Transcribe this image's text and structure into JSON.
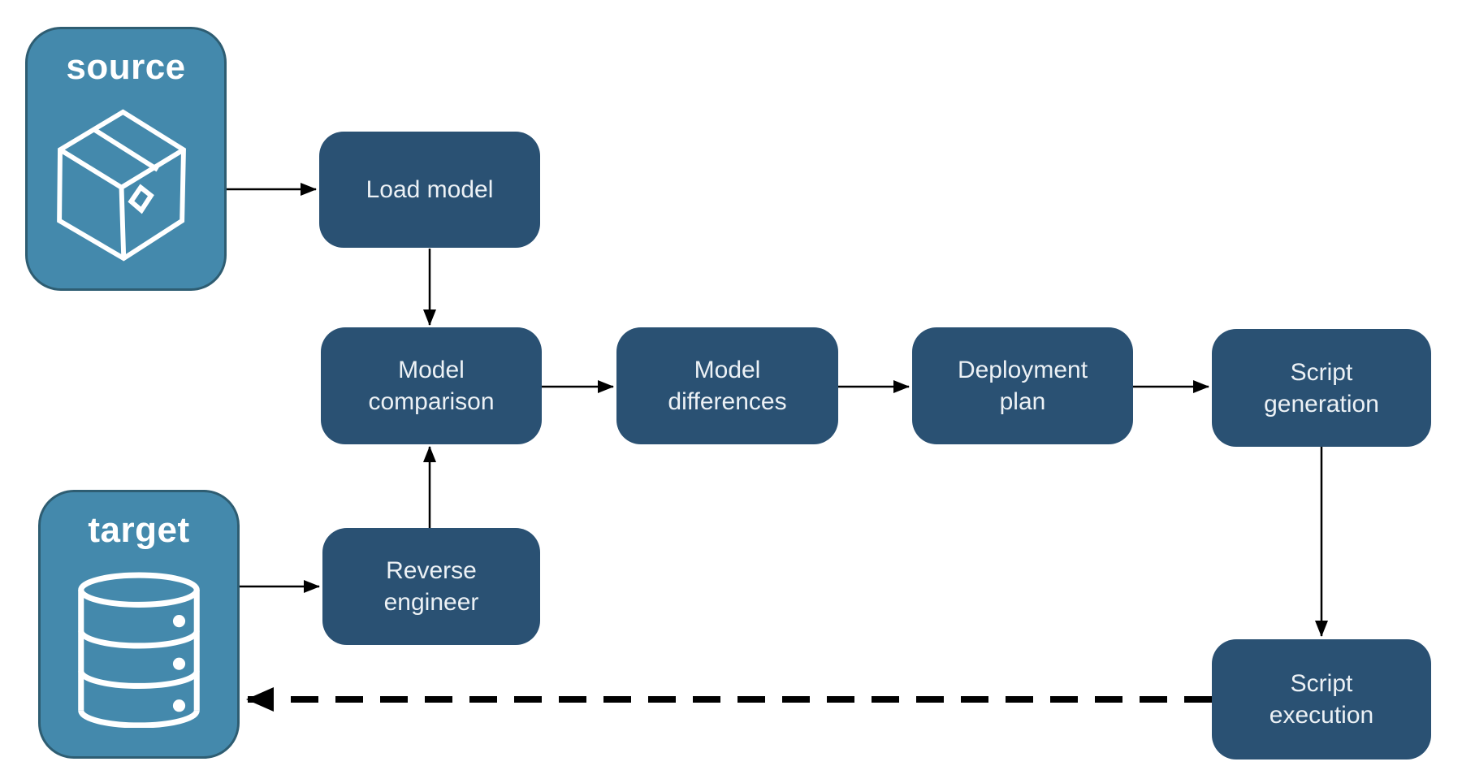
{
  "diagram": {
    "background": "#ffffff",
    "entities": {
      "source": {
        "label": "source",
        "icon": "package-icon"
      },
      "target": {
        "label": "target",
        "icon": "database-icon"
      }
    },
    "nodes": {
      "load_model": {
        "lines": [
          "Load model"
        ]
      },
      "model_comparison": {
        "lines": [
          "Model",
          "comparison"
        ]
      },
      "model_differences": {
        "lines": [
          "Model",
          "differences"
        ]
      },
      "deployment_plan": {
        "lines": [
          "Deployment",
          "plan"
        ]
      },
      "script_generation": {
        "lines": [
          "Script",
          "generation"
        ]
      },
      "reverse_engineer": {
        "lines": [
          "Reverse",
          "engineer"
        ]
      },
      "script_execution": {
        "lines": [
          "Script",
          "execution"
        ]
      }
    },
    "edges": [
      {
        "id": "source-to-load-model",
        "from": "source",
        "to": "load_model",
        "style": "solid"
      },
      {
        "id": "load-model-to-model-comparison",
        "from": "load_model",
        "to": "model_comparison",
        "style": "solid"
      },
      {
        "id": "target-to-reverse-engineer",
        "from": "target",
        "to": "reverse_engineer",
        "style": "solid"
      },
      {
        "id": "reverse-engineer-to-model-comparison",
        "from": "reverse_engineer",
        "to": "model_comparison",
        "style": "solid"
      },
      {
        "id": "model-comparison-to-model-differences",
        "from": "model_comparison",
        "to": "model_differences",
        "style": "solid"
      },
      {
        "id": "model-differences-to-deployment-plan",
        "from": "model_differences",
        "to": "deployment_plan",
        "style": "solid"
      },
      {
        "id": "deployment-plan-to-script-generation",
        "from": "deployment_plan",
        "to": "script_generation",
        "style": "solid"
      },
      {
        "id": "script-generation-to-script-execution",
        "from": "script_generation",
        "to": "script_execution",
        "style": "solid"
      },
      {
        "id": "script-execution-to-target",
        "from": "script_execution",
        "to": "target",
        "style": "dashed"
      }
    ],
    "colors": {
      "node_fill": "#2a5173",
      "node_text": "#ecf1f5",
      "entity_fill": "#4489ac",
      "entity_border": "#2e5d72",
      "entity_text": "#ffffff",
      "arrow": "#000000"
    }
  }
}
